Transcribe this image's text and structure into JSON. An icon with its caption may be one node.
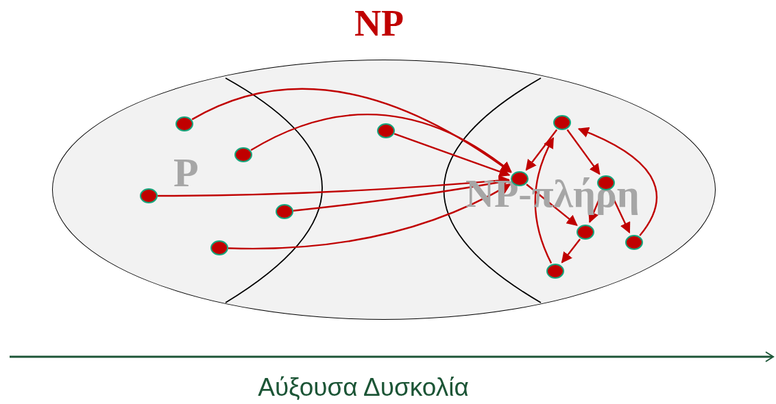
{
  "diagram": {
    "title": "NP",
    "nodes": [
      {
        "text": [],
        "shape": "ellipse"
      },
      {
        "text": [],
        "shape": "circle",
        "in": 0
      },
      {
        "text": [],
        "shape": "circle",
        "in": 0
      },
      {
        "text": [],
        "shape": "circle",
        "in": 0
      },
      {
        "text": [],
        "shape": "circle",
        "in": 0
      },
      {
        "text": [],
        "shape": "circle",
        "in": 0
      },
      {
        "text": [],
        "shape": "circle",
        "in": 0
      },
      {
        "text": [],
        "shape": "circle",
        "in": 0
      },
      {
        "text": [],
        "shape": "circle",
        "in": 0
      },
      {
        "text": [],
        "shape": "circle",
        "in": 0
      },
      {
        "text": [],
        "shape": "circle",
        "in": 0
      },
      {
        "text": [],
        "shape": "circle",
        "in": 0
      },
      {
        "text": [],
        "shape": "circle",
        "in": 0
      }
    ],
    "edges": [
      {
        "from": 1,
        "to": 7,
        "arrow": "to"
      },
      {
        "from": 2,
        "to": 7,
        "arrow": "to"
      },
      {
        "from": 6,
        "to": 7,
        "arrow": "to"
      },
      {
        "from": 3,
        "to": 7,
        "arrow": "to"
      },
      {
        "from": 4,
        "to": 7,
        "arrow": "to"
      },
      {
        "from": 5,
        "to": 7,
        "arrow": "to"
      },
      {
        "from": 8,
        "to": 7,
        "arrow": "to"
      },
      {
        "from": 8,
        "to": 9,
        "arrow": "to"
      },
      {
        "from": 9,
        "to": 10,
        "arrow": "to"
      },
      {
        "from": 9,
        "to": 11,
        "arrow": "to"
      },
      {
        "from": 7,
        "to": 10,
        "arrow": "to"
      },
      {
        "from": 10,
        "to": 12,
        "arrow": "to"
      },
      {
        "from": 12,
        "to": 8,
        "arrow": "to"
      },
      {
        "from": 11,
        "to": 8,
        "arrow": "to"
      }
    ],
    "labels": [
      "P",
      "NP-πλήρη",
      "Αύξουσα Δυσκολία"
    ]
  }
}
